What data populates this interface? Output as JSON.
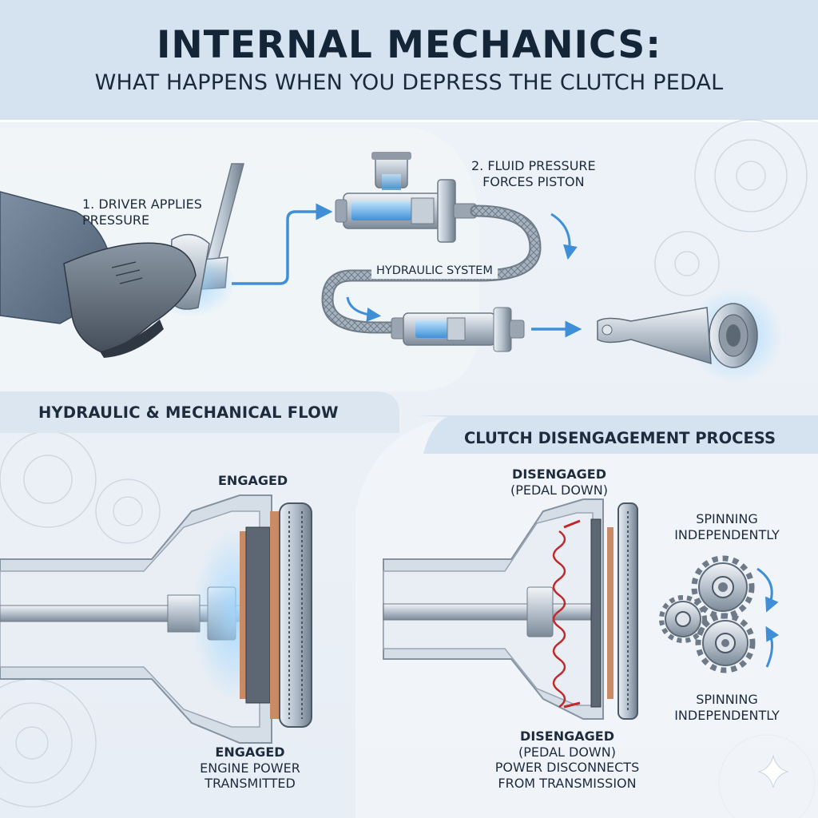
{
  "header": {
    "title": "INTERNAL MECHANICS:",
    "subtitle": "WHAT HAPPENS WHEN YOU DEPRESS THE CLUTCH PEDAL"
  },
  "flow": {
    "step1": [
      "1. DRIVER APPLIES",
      "PRESSURE"
    ],
    "step2": [
      "2. FLUID PRESSURE",
      "FORCES PISTON"
    ],
    "hydraulic_label": "HYDRAULIC SYSTEM",
    "section_title": "HYDRAULIC & MECHANICAL FLOW"
  },
  "engaged": {
    "top_label": "ENGAGED",
    "bottom_title": "ENGAGED",
    "bottom_caption": [
      "ENGINE POWER",
      "TRANSMITTED"
    ]
  },
  "disengagement": {
    "section_title": "CLUTCH DISENGAGEMENT PROCESS",
    "top_label": [
      "DISENGAGED",
      "(PEDAL DOWN)"
    ],
    "spin_top": [
      "SPINNING",
      "INDEPENDENTLY"
    ],
    "spin_bottom": [
      "SPINNING",
      "INDEPENDENTLY"
    ],
    "bottom_title": [
      "DISENGAGED",
      "(PEDAL DOWN)"
    ],
    "bottom_caption": [
      "POWER DISCONNECTS",
      "FROM TRANSMISSION"
    ]
  },
  "colors": {
    "accent_blue": "#3f8fd8",
    "fluid_blue": "#7fc0ef",
    "header_bg": "#d5e2ef",
    "spring_red": "#c0282c",
    "friction_orange": "#c98a66"
  }
}
